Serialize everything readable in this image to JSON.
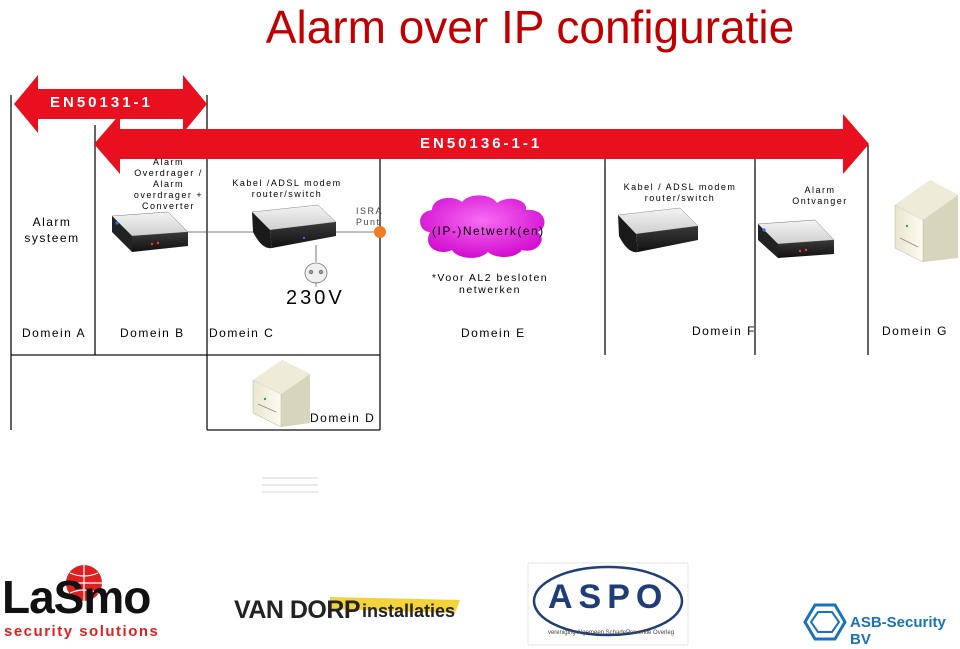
{
  "title": "Alarm over IP configuratie",
  "standards": {
    "en50131": "EN50131-1",
    "en50136": "EN50136-1-1"
  },
  "devices": {
    "alarm_systeem": "Alarm systeem",
    "overdrager": "Alarm Overdrager / Alarm overdrager + Converter",
    "modem_left": "Kabel /ADSL modem router/switch",
    "isra_punt": "ISRA Punt",
    "netwerk": "(IP-)Netwerk(en)",
    "modem_right": "Kabel / ADSL modem router/switch",
    "ontvanger": "Alarm Ontvanger",
    "power": "230V",
    "note": "*Voor AL2 besloten netwerken"
  },
  "domains": {
    "a": "Domein A",
    "b": "Domein B",
    "c": "Domein C",
    "d": "Domein D",
    "e": "Domein E",
    "f": "Domein F",
    "g": "Domein G"
  },
  "logos": {
    "lasmo": "LaSmo",
    "lasmo_tagline": "security solutions",
    "vandorp_main": "VAN DORP",
    "vandorp_sub": "installaties",
    "aspo": "ASPO",
    "aspo_tagline": "vereniging Algemeen SchadePreventie Overleg",
    "asb": "ASB-Security BV"
  },
  "colors": {
    "title_red": "#c00000",
    "arrow_red": "#e8101e",
    "isra_orange": "#f07c22",
    "cloud_magenta": "#e818e0",
    "asb_blue": "#1a73b8"
  }
}
